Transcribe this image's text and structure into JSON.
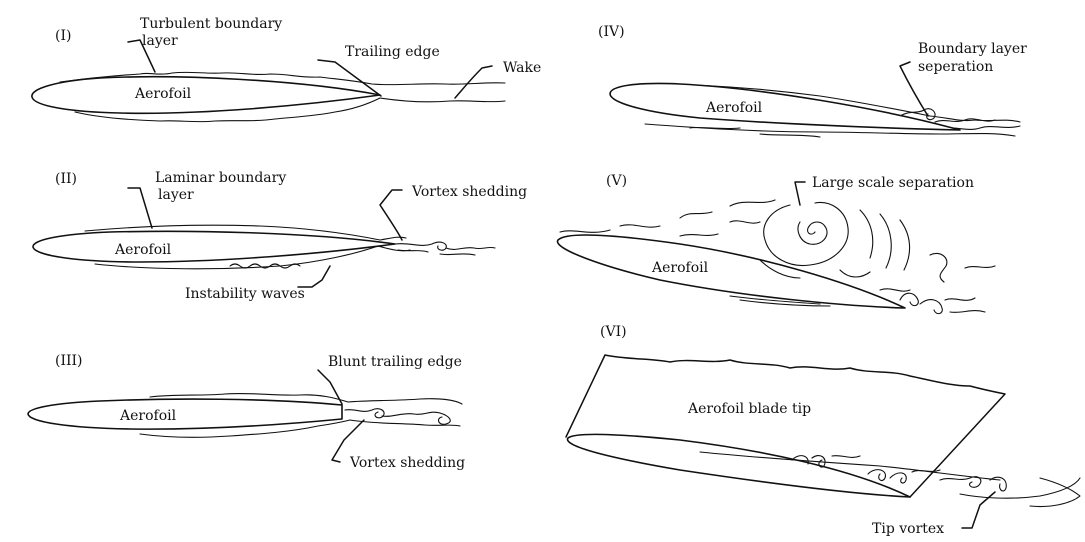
{
  "panels": [
    {
      "id": "I",
      "numeral": "(I)",
      "aerofoil": "Aerofoil",
      "labels": [
        "Turbulent boundary",
        "layer",
        "Trailing edge",
        "Wake"
      ]
    },
    {
      "id": "II",
      "numeral": "(II)",
      "aerofoil": "Aerofoil",
      "labels": [
        "Laminar boundary",
        "layer",
        "Vortex shedding",
        "Instability waves"
      ]
    },
    {
      "id": "III",
      "numeral": "(III)",
      "aerofoil": "Aerofoil",
      "labels": [
        "Blunt trailing edge",
        "Vortex shedding"
      ]
    },
    {
      "id": "IV",
      "numeral": "(IV)",
      "aerofoil": "Aerofoil",
      "labels": [
        "Boundary layer",
        "seperation"
      ]
    },
    {
      "id": "V",
      "numeral": "(V)",
      "aerofoil": "Aerofoil",
      "labels": [
        "Large scale separation"
      ]
    },
    {
      "id": "VI",
      "numeral": "(VI)",
      "aerofoil": "Aerofoil blade tip",
      "labels": [
        "Tip vortex"
      ]
    }
  ]
}
